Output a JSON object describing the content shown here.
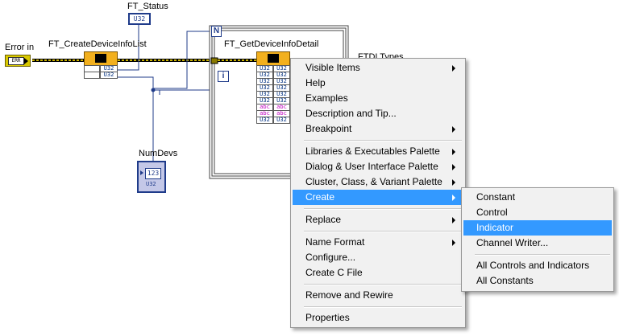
{
  "diagram": {
    "error_in_label": "Error in",
    "error_in_glyph": "ERR",
    "create_list_label": "FT_CreateDeviceInfoList",
    "status_label": "FT_Status",
    "status_glyph": "U32",
    "numdevs_label": "NumDevs",
    "numdevs_glyph": "123",
    "numdevs_type": "U32",
    "get_detail_label": "FT_GetDeviceInfoDetail",
    "loop_count": "N",
    "loop_index": "i",
    "ftdi_types_label": "FTDI Types",
    "u32": "U32",
    "abc": "abc"
  },
  "context_menu": {
    "items": [
      {
        "label": "Visible Items"
      },
      {
        "label": "Help"
      },
      {
        "label": "Examples"
      },
      {
        "label": "Description and Tip..."
      },
      {
        "label": "Breakpoint"
      },
      {
        "label": "Libraries & Executables Palette"
      },
      {
        "label": "Dialog & User Interface Palette"
      },
      {
        "label": "Cluster, Class, & Variant Palette"
      },
      {
        "label": "Create"
      },
      {
        "label": "Replace"
      },
      {
        "label": "Name Format"
      },
      {
        "label": "Configure..."
      },
      {
        "label": "Create C File"
      },
      {
        "label": "Remove and Rewire"
      },
      {
        "label": "Properties"
      }
    ]
  },
  "submenu": {
    "items": [
      {
        "label": "Constant"
      },
      {
        "label": "Control"
      },
      {
        "label": "Indicator"
      },
      {
        "label": "Channel Writer..."
      },
      {
        "label": "All Controls and Indicators"
      },
      {
        "label": "All Constants"
      }
    ]
  },
  "colors": {
    "error_wire": "#c8b000",
    "numeric_wire": "#1f3b8a",
    "highlight": "#3399ff",
    "node": "#f2b01e"
  }
}
